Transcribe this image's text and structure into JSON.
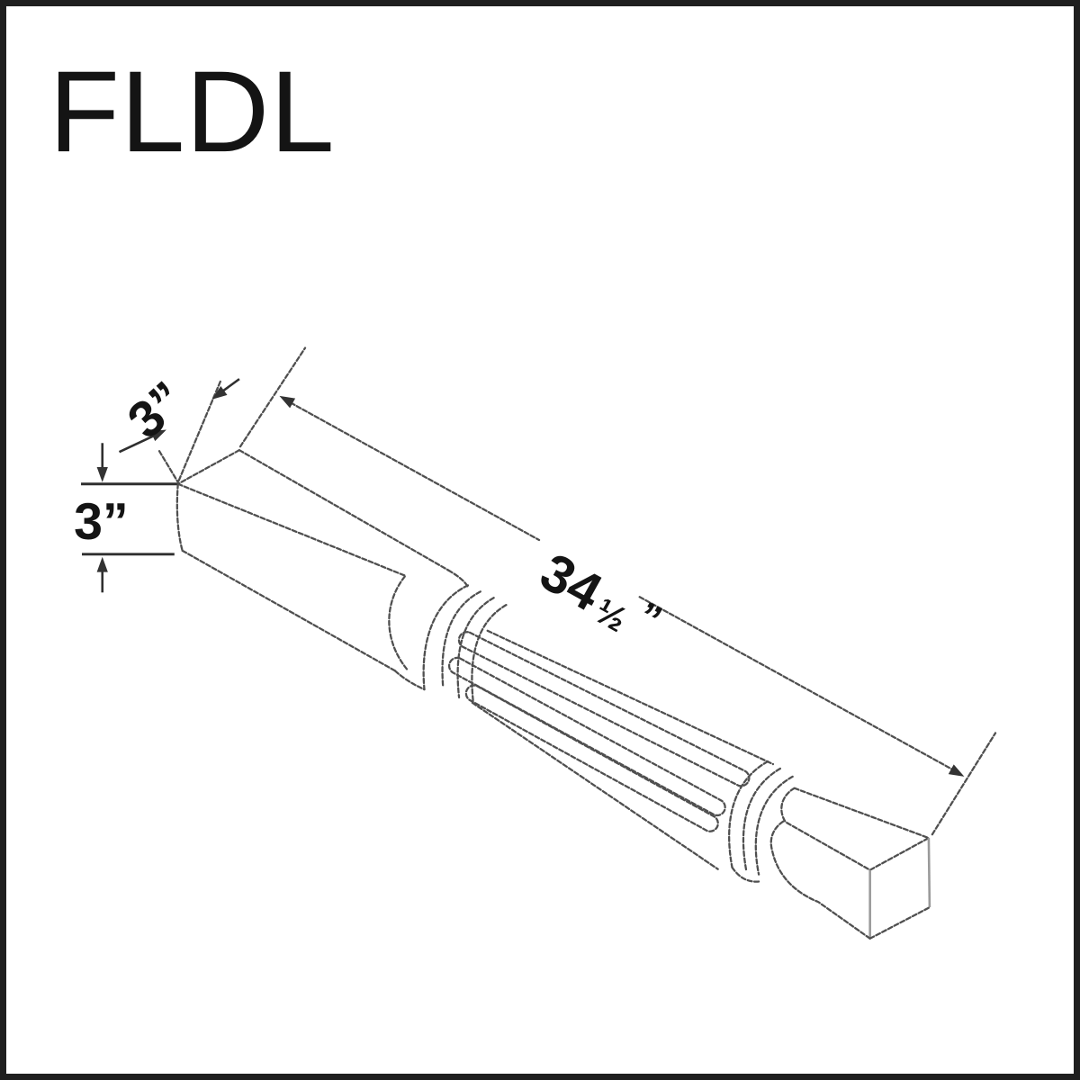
{
  "title": "FLDL",
  "colors": {
    "background": "#ffffff",
    "border": "#1f1f1f",
    "figure_line": "#4f4f4f",
    "light_edge": "#9a9a9a",
    "text": "#141414"
  },
  "drawing": {
    "dimension_top_width": {
      "label": "3”"
    },
    "dimension_side_height": {
      "label": "3”"
    },
    "dimension_length": {
      "whole": "34",
      "fraction": "½",
      "unit": "”",
      "full_label": "34½”"
    }
  }
}
